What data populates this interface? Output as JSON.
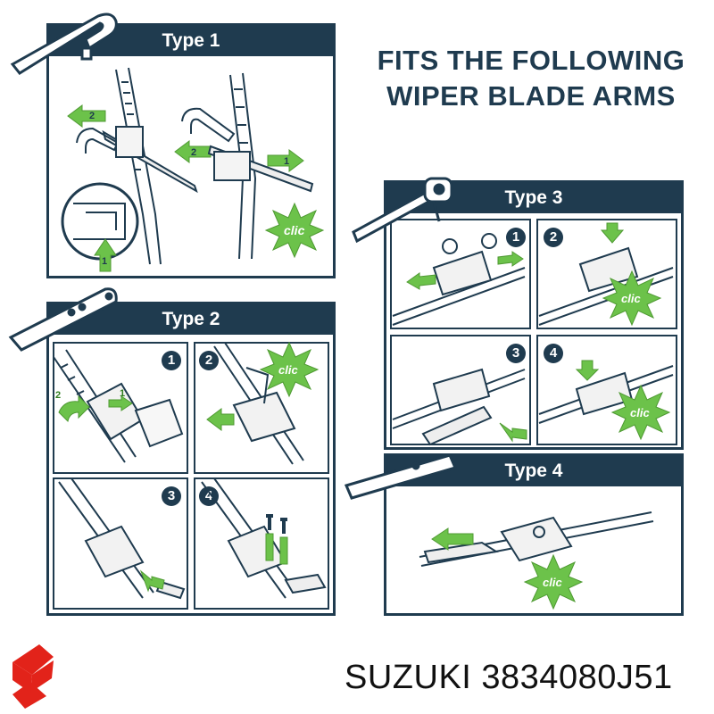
{
  "headline": {
    "line1": "FITS THE FOLLOWING",
    "line2": "WIPER BLADE ARMS"
  },
  "panels": {
    "type1": {
      "title": "Type 1",
      "arrow_labels": [
        "2",
        "2",
        "1",
        "1"
      ],
      "clic": "clic"
    },
    "type2": {
      "title": "Type 2",
      "steps": [
        "1",
        "2",
        "3",
        "4"
      ],
      "arrow_labels": [
        "2",
        "1"
      ],
      "clic": "clic"
    },
    "type3": {
      "title": "Type 3",
      "steps": [
        "1",
        "2",
        "3",
        "4"
      ],
      "clic": "clic"
    },
    "type4": {
      "title": "Type 4",
      "clic": "clic"
    }
  },
  "product": {
    "brand": "SUZUKI",
    "part_number": "3834080J51",
    "caption": "SUZUKI 3834080J51"
  },
  "colors": {
    "header": "#1f3b4f",
    "accent_green": "#6cc24a",
    "brand_red": "#e2231a"
  }
}
